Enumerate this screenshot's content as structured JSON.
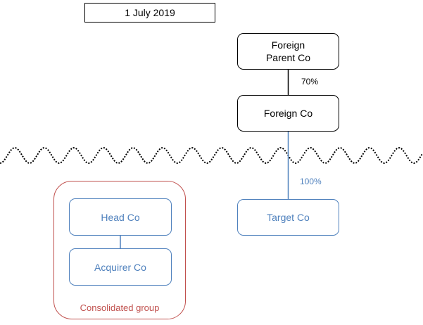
{
  "header": {
    "date": "1 July 2019"
  },
  "entities": {
    "foreign_parent": "Foreign\nParent Co",
    "foreign_co": "Foreign Co",
    "target_co": "Target Co",
    "head_co": "Head Co",
    "acquirer_co": "Acquirer Co"
  },
  "ownership": {
    "parent_to_foreign": "70%",
    "foreign_to_target": "100%"
  },
  "group": {
    "label": "Consolidated group"
  },
  "colors": {
    "domestic": "#4f81bd",
    "group_frame": "#c0504d",
    "foreign": "#000000"
  }
}
